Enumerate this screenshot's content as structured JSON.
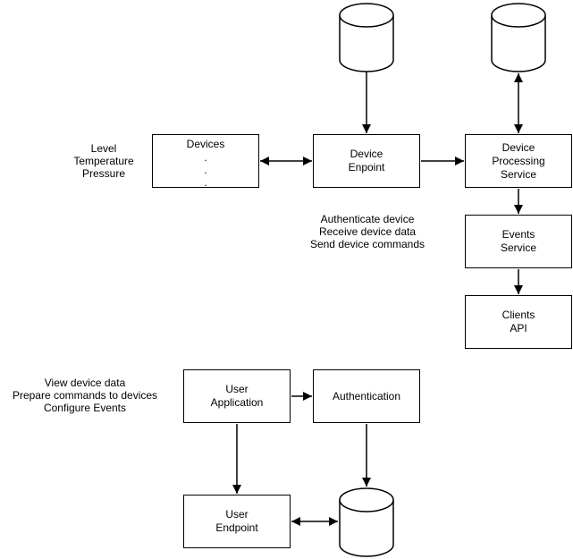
{
  "diagram": {
    "nodes": {
      "devices": {
        "label": "Devices",
        "dots": ".\n.\n."
      },
      "device_endpoint": {
        "label": "Device\nEnpoint"
      },
      "device_processing_service": {
        "label": "Device\nProcessing\nService"
      },
      "events_service": {
        "label": "Events\nService"
      },
      "clients_api": {
        "label": "Clients\nAPI"
      },
      "user_application": {
        "label": "User\nApplication"
      },
      "authentication": {
        "label": "Authentication"
      },
      "user_endpoint": {
        "label": "User\nEndpoint"
      }
    },
    "data_stores": [
      {
        "id": "cylinder-top-left",
        "connected_to": "device_endpoint"
      },
      {
        "id": "cylinder-top-right",
        "connected_to": "device_processing_service"
      },
      {
        "id": "cylinder-bottom",
        "connected_to": "user_endpoint"
      }
    ],
    "annotations": {
      "sensor_list": "Level\nTemperature\nPressure",
      "endpoint_functions": "Authenticate device\nReceive device data\nSend device commands",
      "user_functions": "View device data\nPrepare commands to devices\nConfigure Events"
    },
    "edges": [
      {
        "from": "cylinder-top-left",
        "to": "device_endpoint",
        "direction": "one-way"
      },
      {
        "from": "cylinder-top-right",
        "to": "device_processing_service",
        "direction": "two-way"
      },
      {
        "from": "devices",
        "to": "device_endpoint",
        "direction": "two-way"
      },
      {
        "from": "device_endpoint",
        "to": "device_processing_service",
        "direction": "one-way"
      },
      {
        "from": "device_processing_service",
        "to": "events_service",
        "direction": "one-way"
      },
      {
        "from": "events_service",
        "to": "clients_api",
        "direction": "one-way"
      },
      {
        "from": "user_application",
        "to": "authentication",
        "direction": "one-way"
      },
      {
        "from": "user_application",
        "to": "user_endpoint",
        "direction": "one-way"
      },
      {
        "from": "authentication",
        "to": "cylinder-bottom",
        "direction": "one-way"
      },
      {
        "from": "user_endpoint",
        "to": "cylinder-bottom",
        "direction": "two-way"
      }
    ],
    "colors": {
      "stroke": "#000000",
      "fill": "#ffffff",
      "text": "#000000"
    }
  }
}
